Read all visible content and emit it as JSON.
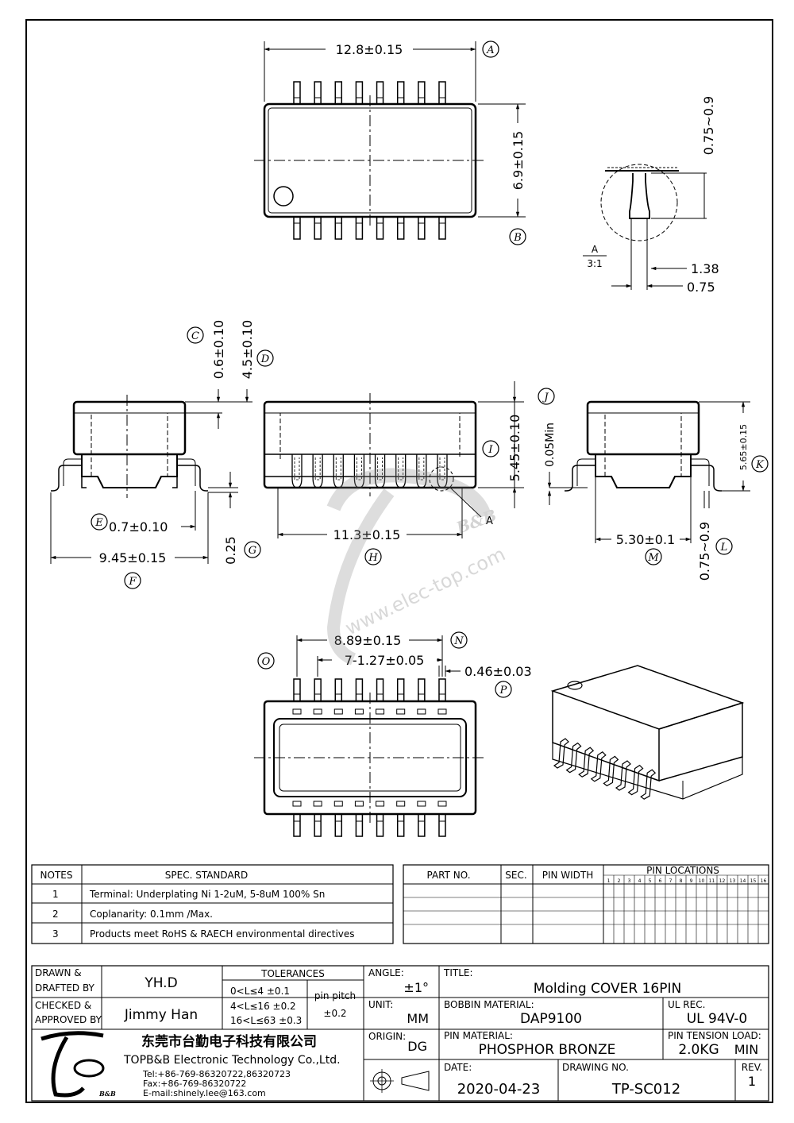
{
  "dimensions": {
    "A_width": "12.8±0.15",
    "B_depth": "6.9±0.15",
    "pin_toe": "0.75~0.9",
    "detail_A_scale_top": "A",
    "detail_A_scale_bottom": "3:1",
    "detail_138": "1.38",
    "detail_075": "0.75",
    "C_val": "0.6±0.10",
    "D_val": "4.5±0.10",
    "E_val": "0.7±0.10",
    "F_val": "9.45±0.15",
    "G_val": "0.25",
    "H_val": "11.3±0.15",
    "I_val": "5.45±0.10",
    "J_val": "0.05Min",
    "K_val": "5.65±0.15",
    "L_val": "0.75~0.9",
    "M_val": "5.30±0.1",
    "N_val": "8.89±0.15",
    "O_val": "7-1.27±0.05",
    "P_val": "0.46±0.03",
    "detail_ref": "A"
  },
  "markers": [
    "A",
    "B",
    "C",
    "D",
    "E",
    "F",
    "G",
    "H",
    "I",
    "J",
    "K",
    "L",
    "M",
    "N",
    "O",
    "P"
  ],
  "watermark": {
    "brand": "B&B",
    "site": "www.elec-top.com"
  },
  "notes_table": {
    "header_notes": "NOTES",
    "header_spec": "SPEC. STANDARD",
    "rows": [
      {
        "num": "1",
        "text": "Terminal: Underplating Ni 1-2uM, 5-8uM 100% Sn"
      },
      {
        "num": "2",
        "text": "Coplanarity: 0.1mm /Max."
      },
      {
        "num": "3",
        "text": "Products meet RoHS & RAECH environmental directives"
      }
    ]
  },
  "parts_table": {
    "h_part": "PART NO.",
    "h_sec": "SEC.",
    "h_width": "PIN WIDTH",
    "h_loc": "PIN LOCATIONS",
    "pins": [
      "1",
      "2",
      "3",
      "4",
      "5",
      "6",
      "7",
      "8",
      "9",
      "10",
      "11",
      "12",
      "13",
      "14",
      "15",
      "16"
    ]
  },
  "title_block": {
    "drawn_label_1": "DRAWN &",
    "drawn_label_2": "DRAFTED BY",
    "drawn_by": "YH.D",
    "checked_label_1": "CHECKED &",
    "checked_label_2": "APPROVED BY",
    "checked_by": "Jimmy Han",
    "tol_header": "TOLERANCES",
    "tol_1": "0<L≤4  ±0.1",
    "tol_2": "4<L≤16  ±0.2",
    "tol_3": "16<L≤63  ±0.3",
    "pitch_label_1": "pin pitch",
    "pitch_value": "±0.2",
    "angle_label": "ANGLE:",
    "angle_value": "±1°",
    "unit_label": "UNIT:",
    "unit_value": "MM",
    "origin_label": "ORIGIN:",
    "origin_value": "DG",
    "title_label": "TITLE:",
    "title_value": "Molding COVER 16PIN",
    "bobbin_label": "BOBBIN MATERIAL:",
    "bobbin_value": "DAP9100",
    "ul_label": "UL REC.",
    "ul_value": "UL 94V-0",
    "pinmat_label": "PIN MATERIAL:",
    "pinmat_value": "PHOSPHOR BRONZE",
    "tension_label": "PIN TENSION LOAD:",
    "tension_value": "2.0KG",
    "tension_unit": "MIN",
    "date_label": "DATE:",
    "date_value": "2020-04-23",
    "dwg_label": "DRAWING NO.",
    "dwg_value": "TP-SC012",
    "rev_label": "REV.",
    "rev_value": "1"
  },
  "company": {
    "cn_name": "东莞市台勤电子科技有限公司",
    "en_name": "TOPB&B Electronic Technology Co.,Ltd.",
    "tel": "Tel:+86-769-86320722,86320723",
    "fax": "Fax:+86-769-86320722",
    "email": "E-mail:shinely.lee@163.com",
    "logo_sub": "B&B"
  }
}
